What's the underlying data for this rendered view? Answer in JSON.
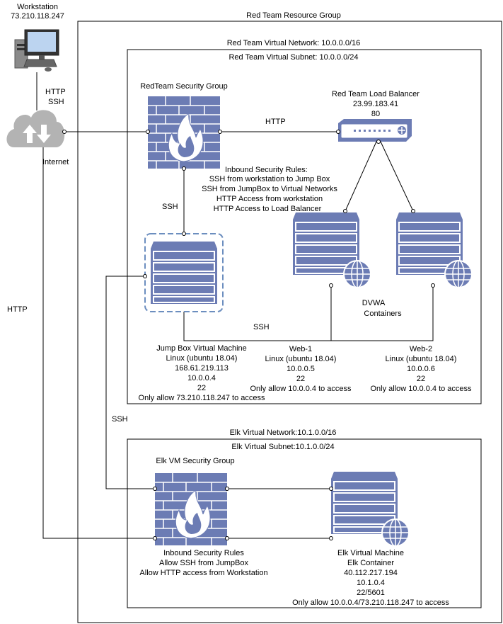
{
  "diagram": {
    "workstation": {
      "title": "Workstation",
      "ip": "73.210.118.247",
      "protocol_1": "HTTP",
      "protocol_2": "SSH",
      "internet_label": "Internet",
      "http_label": "HTTP"
    },
    "red_team": {
      "resource_group": "Red Team Resource Group",
      "vnet": "Red Team Virtual Network: 10.0.0.0/16",
      "subnet": "Red Team Virtual Subnet: 10.0.0.0/24",
      "security_group": "RedTeam Security Group",
      "lb_http_label": "HTTP",
      "load_balancer": {
        "title": "Red Team Load Balancer",
        "ip": "23.99.183.41",
        "port": "80"
      },
      "inbound_rules": [
        "Inbound Security Rules:",
        "SSH from workstation to Jump Box",
        "SSH from JumpBox to Virtual Networks",
        "HTTP Access from workstation",
        "HTTP Access to Load Balancer"
      ],
      "ssh_label_1": "SSH",
      "ssh_label_2": "SSH",
      "dvwa": [
        "DVWA",
        "Containers"
      ],
      "jump_box": [
        "Jump Box Virtual Machine",
        "Linux (ubuntu 18.04)",
        "168.61.219.113",
        "10.0.0.4",
        "22",
        "Only allow 73.210.118.247 to access"
      ],
      "web1": [
        "Web-1",
        "Linux (ubuntu 18.04)",
        "10.0.0.5",
        "22",
        "Only allow 10.0.0.4 to access"
      ],
      "web2": [
        "Web-2",
        "Linux (ubuntu 18.04)",
        "10.0.0.6",
        "22",
        "Only allow 10.0.0.4 to access"
      ]
    },
    "elk": {
      "ssh_label": "SSH",
      "vnet": "Elk Virtual Network:10.1.0.0/16",
      "subnet": "Elk Virtual Subnet:10.1.0.0/24",
      "security_group": "Elk VM Security Group",
      "inbound_rules": [
        "Inbound Security Rules",
        "Allow SSH from JumpBox",
        "Allow HTTP access from Workstation"
      ],
      "vm": [
        "Elk Virtual Machine",
        "Elk Container",
        "40.112.217.194",
        "10.1.0.4",
        "22/5601",
        "Only allow 10.0.0.4/73.210.118.247 to access"
      ]
    },
    "colors": {
      "icon_fill": "#6c7cb4",
      "icon_stroke": "#ffffff",
      "cloud": "#b3b3b3",
      "flame": "#ffffff"
    }
  }
}
